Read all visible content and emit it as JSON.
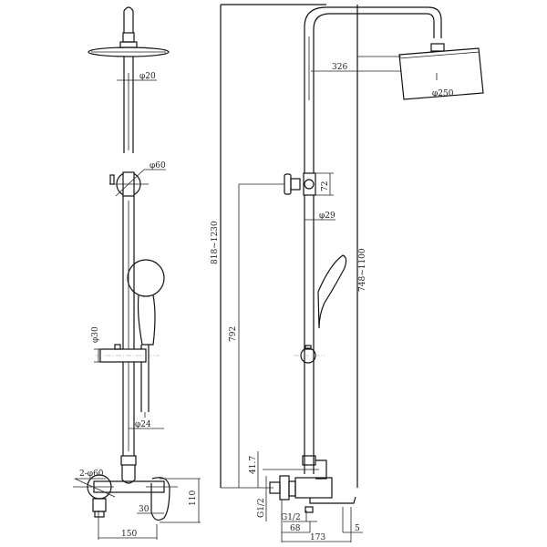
{
  "drawing": {
    "front_view": {
      "dimensions": {
        "pipe_top_diameter": "φ20",
        "diverter_diameter": "φ60",
        "slider_diameter": "φ30",
        "lower_pipe_diameter": "φ24",
        "flange_diameter": "2-φ60",
        "inlet_spacing": "150",
        "mixer_height": "110",
        "handle_offset": "30"
      }
    },
    "side_view": {
      "dimensions": {
        "arm_reach": "326",
        "head_diameter": "φ250",
        "holder_height": "72",
        "pipe_diameter": "φ29",
        "total_height_range": "818~1230",
        "slide_range": "748~1100",
        "holder_to_inlet": "792",
        "inlet_offset": "41.7",
        "inlet_thread": "G1/2",
        "outlet_thread": "G1/2",
        "spout_depth_68": "68",
        "spout_gap": "5",
        "total_depth": "173"
      }
    }
  }
}
